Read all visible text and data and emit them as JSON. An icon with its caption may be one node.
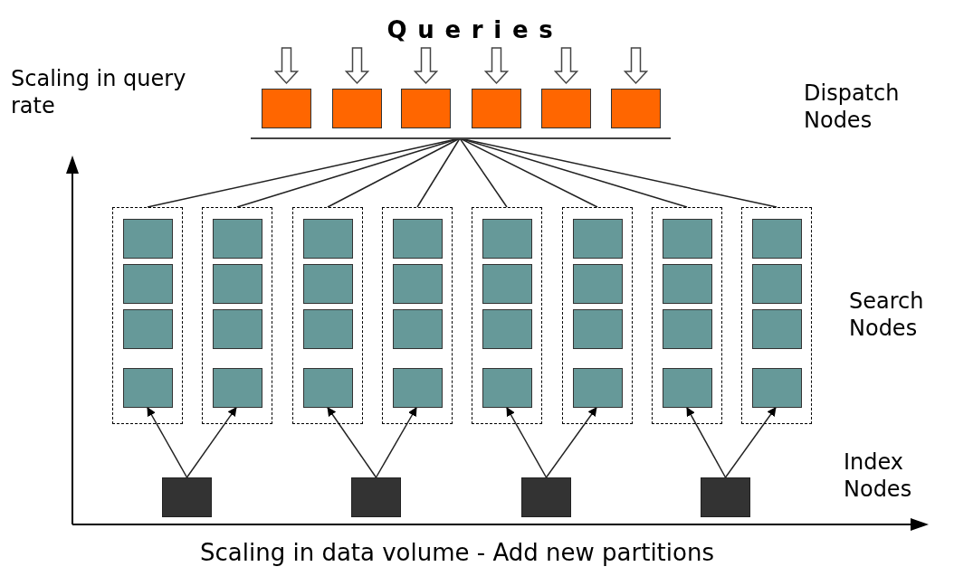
{
  "diagram": {
    "nodes": [
      {
        "text": [],
        "shape": "box"
      },
      {
        "text": [],
        "shape": "box"
      },
      {
        "text": [],
        "shape": "box"
      },
      {
        "text": [],
        "shape": "box"
      },
      {
        "text": [],
        "shape": "box"
      },
      {
        "text": [],
        "shape": "box"
      },
      {
        "text": [],
        "shape": "bar"
      },
      {
        "text": [],
        "shape": "box"
      },
      {
        "text": [],
        "shape": "box",
        "in": 7
      },
      {
        "text": [],
        "shape": "box",
        "in": 7
      },
      {
        "text": [],
        "shape": "box",
        "in": 7
      },
      {
        "text": [],
        "shape": "box",
        "in": 7
      },
      {
        "text": [],
        "shape": "box"
      },
      {
        "text": [],
        "shape": "box",
        "in": 12
      },
      {
        "text": [],
        "shape": "box",
        "in": 12
      },
      {
        "text": [],
        "shape": "box",
        "in": 12
      },
      {
        "text": [],
        "shape": "box",
        "in": 12
      },
      {
        "text": [],
        "shape": "box"
      },
      {
        "text": [],
        "shape": "box",
        "in": 17
      },
      {
        "text": [],
        "shape": "box",
        "in": 17
      },
      {
        "text": [],
        "shape": "box",
        "in": 17
      },
      {
        "text": [],
        "shape": "box",
        "in": 17
      },
      {
        "text": [],
        "shape": "box"
      },
      {
        "text": [],
        "shape": "box",
        "in": 22
      },
      {
        "text": [],
        "shape": "box",
        "in": 22
      },
      {
        "text": [],
        "shape": "box",
        "in": 22
      },
      {
        "text": [],
        "shape": "box",
        "in": 22
      },
      {
        "text": [],
        "shape": "box"
      },
      {
        "text": [],
        "shape": "box",
        "in": 27
      },
      {
        "text": [],
        "shape": "box",
        "in": 27
      },
      {
        "text": [],
        "shape": "box",
        "in": 27
      },
      {
        "text": [],
        "shape": "box",
        "in": 27
      },
      {
        "text": [],
        "shape": "box"
      },
      {
        "text": [],
        "shape": "box",
        "in": 32
      },
      {
        "text": [],
        "shape": "box",
        "in": 32
      },
      {
        "text": [],
        "shape": "box",
        "in": 32
      },
      {
        "text": [],
        "shape": "box",
        "in": 32
      },
      {
        "text": [],
        "shape": "box"
      },
      {
        "text": [],
        "shape": "box",
        "in": 37
      },
      {
        "text": [],
        "shape": "box",
        "in": 37
      },
      {
        "text": [],
        "shape": "box",
        "in": 37
      },
      {
        "text": [],
        "shape": "box",
        "in": 37
      },
      {
        "text": [],
        "shape": "box"
      },
      {
        "text": [],
        "shape": "box",
        "in": 42
      },
      {
        "text": [],
        "shape": "box",
        "in": 42
      },
      {
        "text": [],
        "shape": "box",
        "in": 42
      },
      {
        "text": [],
        "shape": "box",
        "in": 42
      },
      {
        "text": [],
        "shape": "box"
      },
      {
        "text": [],
        "shape": "box"
      },
      {
        "text": [],
        "shape": "box"
      },
      {
        "text": [],
        "shape": "box"
      }
    ],
    "edges": [
      {
        "from": null,
        "to": 0,
        "arrow": "to"
      },
      {
        "from": null,
        "to": 1,
        "arrow": "to"
      },
      {
        "from": null,
        "to": 2,
        "arrow": "to"
      },
      {
        "from": null,
        "to": 3,
        "arrow": "to"
      },
      {
        "from": null,
        "to": 4,
        "arrow": "to"
      },
      {
        "from": null,
        "to": 5,
        "arrow": "to"
      },
      {
        "from": 6,
        "to": 7,
        "arrow": "none"
      },
      {
        "from": 6,
        "to": 12,
        "arrow": "none"
      },
      {
        "from": 6,
        "to": 17,
        "arrow": "none"
      },
      {
        "from": 6,
        "to": 22,
        "arrow": "none"
      },
      {
        "from": 6,
        "to": 27,
        "arrow": "none"
      },
      {
        "from": 6,
        "to": 32,
        "arrow": "none"
      },
      {
        "from": 6,
        "to": 37,
        "arrow": "none"
      },
      {
        "from": 6,
        "to": 42,
        "arrow": "none"
      },
      {
        "from": 47,
        "to": 11,
        "arrow": "to"
      },
      {
        "from": 47,
        "to": 16,
        "arrow": "to"
      },
      {
        "from": 48,
        "to": 21,
        "arrow": "to"
      },
      {
        "from": 48,
        "to": 26,
        "arrow": "to"
      },
      {
        "from": 49,
        "to": 31,
        "arrow": "to"
      },
      {
        "from": 49,
        "to": 36,
        "arrow": "to"
      },
      {
        "from": 50,
        "to": 41,
        "arrow": "to"
      },
      {
        "from": 50,
        "to": 46,
        "arrow": "to"
      }
    ],
    "labels": [
      "Queries",
      "Scaling in query rate",
      "Dispatch Nodes",
      "Search Nodes",
      "Index Nodes",
      "Scaling in data volume - Add new partitions"
    ]
  }
}
